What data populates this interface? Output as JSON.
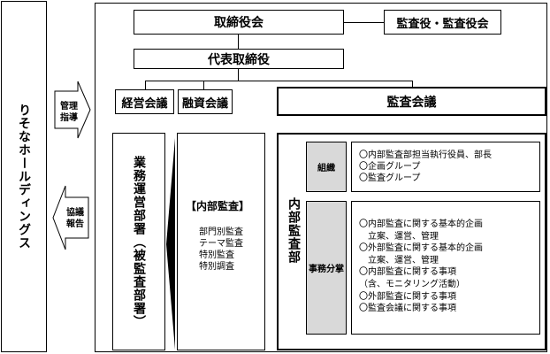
{
  "holdings": "りそなホールディングス",
  "arrows": {
    "management": "管理\n指導",
    "consult": "協議\n報告"
  },
  "board": "取締役会",
  "auditors": "監査役・監査役会",
  "representative": "代表取締役",
  "management_committee": "経営会議",
  "credit_committee": "融資会議",
  "audit_committee": "監査会議",
  "business_dept": "業務運営部署（被監査部署）",
  "internal_audit": {
    "title": "【内部監査】",
    "items": [
      "部門別監査",
      "テーマ監査",
      "特別監査",
      "特別調査"
    ]
  },
  "audit_dept": {
    "label": "内部監査部",
    "organization_label": "組織",
    "organization_items": [
      "〇内部監査部担当執行役員、部長",
      "〇企画グループ",
      "〇監査グループ"
    ],
    "duties_label": "事務分掌",
    "duties_items": [
      "〇内部監査に関する基本的企画",
      "　立案、運営、管理",
      "〇外部監査に関する基本的企画",
      "　立案、運営、管理",
      "〇内部監査に関する事項",
      "（含、モニタリング活動）",
      "〇外部監査に関する事項",
      "〇監査会議に関する事項"
    ]
  }
}
